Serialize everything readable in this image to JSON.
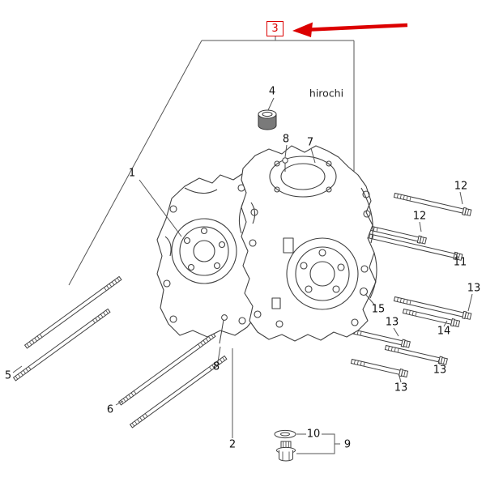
{
  "watermark": "hirochi",
  "callout": {
    "number": "3"
  },
  "colors": {
    "accent_red": "#dc0000",
    "line": "#404040",
    "background": "#ffffff",
    "label_text": "#111111"
  },
  "labels": [
    {
      "id": "1",
      "text": "1"
    },
    {
      "id": "2",
      "text": "2"
    },
    {
      "id": "4",
      "text": "4"
    },
    {
      "id": "5",
      "text": "5"
    },
    {
      "id": "6",
      "text": "6"
    },
    {
      "id": "7",
      "text": "7"
    },
    {
      "id": "8a",
      "text": "8"
    },
    {
      "id": "8b",
      "text": "8"
    },
    {
      "id": "9",
      "text": "9"
    },
    {
      "id": "10",
      "text": "10"
    },
    {
      "id": "11",
      "text": "11"
    },
    {
      "id": "12a",
      "text": "12"
    },
    {
      "id": "12b",
      "text": "12"
    },
    {
      "id": "13a",
      "text": "13"
    },
    {
      "id": "13b",
      "text": "13"
    },
    {
      "id": "13c",
      "text": "13"
    },
    {
      "id": "13d",
      "text": "13"
    },
    {
      "id": "14",
      "text": "14"
    },
    {
      "id": "15",
      "text": "15"
    }
  ]
}
